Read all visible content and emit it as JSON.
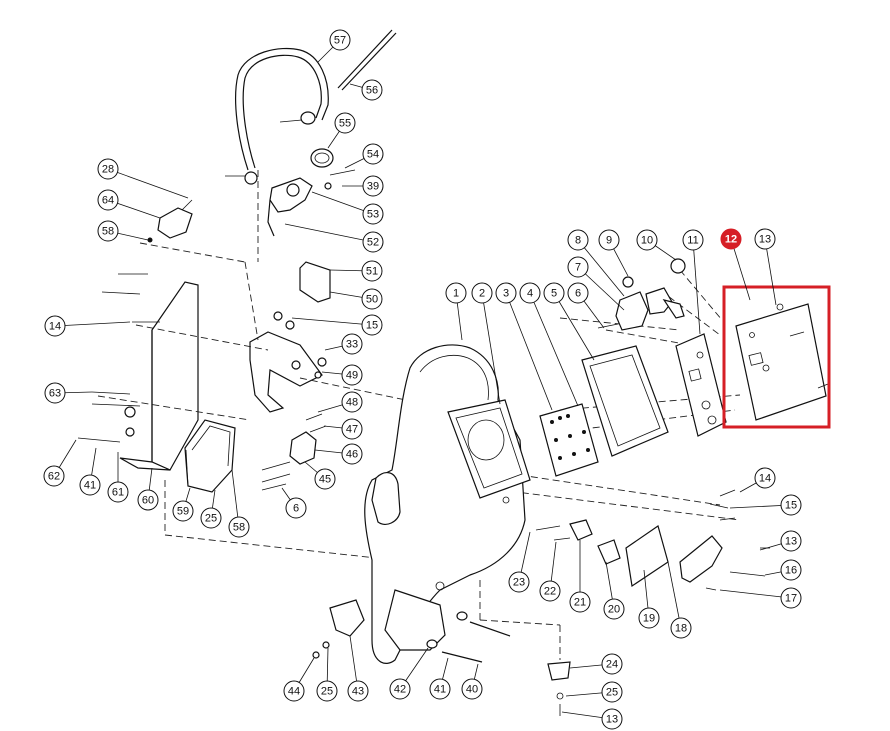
{
  "highlight": {
    "label": "12",
    "color": "#d61f26"
  },
  "callouts": [
    {
      "label": "57"
    },
    {
      "label": "56"
    },
    {
      "label": "55"
    },
    {
      "label": "54"
    },
    {
      "label": "39"
    },
    {
      "label": "53"
    },
    {
      "label": "52"
    },
    {
      "label": "28"
    },
    {
      "label": "64"
    },
    {
      "label": "58"
    },
    {
      "label": "51"
    },
    {
      "label": "50"
    },
    {
      "label": "15"
    },
    {
      "label": "33"
    },
    {
      "label": "49"
    },
    {
      "label": "48"
    },
    {
      "label": "47"
    },
    {
      "label": "46"
    },
    {
      "label": "45"
    },
    {
      "label": "6"
    },
    {
      "label": "14"
    },
    {
      "label": "63"
    },
    {
      "label": "62"
    },
    {
      "label": "41"
    },
    {
      "label": "61"
    },
    {
      "label": "60"
    },
    {
      "label": "59"
    },
    {
      "label": "25"
    },
    {
      "label": "58"
    },
    {
      "label": "1"
    },
    {
      "label": "2"
    },
    {
      "label": "3"
    },
    {
      "label": "4"
    },
    {
      "label": "5"
    },
    {
      "label": "6"
    },
    {
      "label": "8"
    },
    {
      "label": "9"
    },
    {
      "label": "10"
    },
    {
      "label": "11"
    },
    {
      "label": "12"
    },
    {
      "label": "13"
    },
    {
      "label": "7"
    },
    {
      "label": "14"
    },
    {
      "label": "15"
    },
    {
      "label": "13"
    },
    {
      "label": "16"
    },
    {
      "label": "17"
    },
    {
      "label": "18"
    },
    {
      "label": "19"
    },
    {
      "label": "20"
    },
    {
      "label": "21"
    },
    {
      "label": "22"
    },
    {
      "label": "23"
    },
    {
      "label": "24"
    },
    {
      "label": "25"
    },
    {
      "label": "13"
    },
    {
      "label": "44"
    },
    {
      "label": "25"
    },
    {
      "label": "43"
    },
    {
      "label": "42"
    },
    {
      "label": "41"
    },
    {
      "label": "40"
    }
  ]
}
